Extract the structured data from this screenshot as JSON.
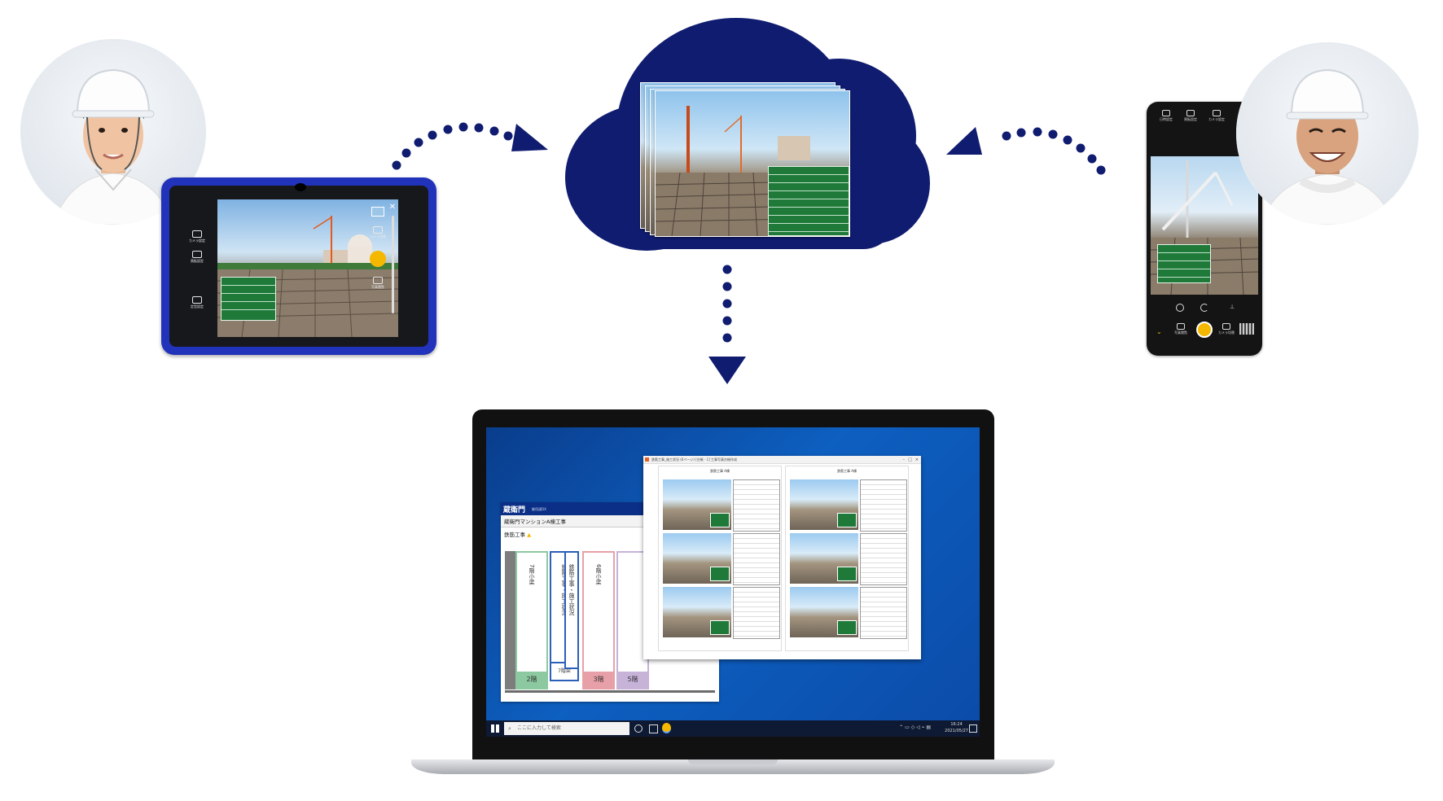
{
  "workers": [
    {
      "name": "worker-left",
      "helmet": "white"
    },
    {
      "name": "worker-right",
      "helmet": "white"
    }
  ],
  "tablet": {
    "buttons": [
      {
        "label": "カメラ設定",
        "icon": "camera-settings-icon"
      },
      {
        "label": "黒板設定",
        "icon": "board-settings-icon"
      },
      {
        "label": "定型設定",
        "icon": "template-settings-icon"
      }
    ],
    "right_buttons": [
      {
        "label": "カメラ切替",
        "icon": "camera-switch-icon"
      },
      {
        "label": "写真閲覧",
        "icon": "gallery-icon"
      }
    ],
    "close_glyph": "✕"
  },
  "phone": {
    "top_buttons": [
      {
        "label": "日時設定",
        "icon": "datetime-icon"
      },
      {
        "label": "黒板設定",
        "icon": "board-settings-icon"
      },
      {
        "label": "カメラ設定",
        "icon": "camera-settings-icon"
      }
    ],
    "bottom_buttons": [
      {
        "label": "写真閲覧",
        "icon": "gallery-icon"
      },
      {
        "label": "カメラ切替",
        "icon": "camera-switch-icon"
      }
    ],
    "close_glyph": "✕"
  },
  "cloud": {
    "color": "#101c70"
  },
  "arrows": {
    "color": "#101c70"
  },
  "laptop": {
    "app": {
      "logo": "蔵衛門",
      "subtitle": "御用達DX",
      "project": "蔵衛門マンションA棟工事",
      "work_type": "鉄筋工事",
      "folders": [
        {
          "title": "7階小梁",
          "footer": "2階",
          "color": "#8cc9a0"
        },
        {
          "title": "鉄筋工事・施工状況",
          "footer": "7階梁",
          "color": "#2b5fb8"
        },
        {
          "title": "鉄筋工事・施工状況",
          "footer": "",
          "color": "#2b5fb8"
        },
        {
          "title": "6階小梁",
          "footer": "3階",
          "color": "#e8a0a8"
        },
        {
          "title": "",
          "footer": "5階",
          "color": "#c7b2d8"
        }
      ]
    },
    "document": {
      "title": "鉄筋工事_施工状況 (6ページ) [台帳 - 1] 工事写真台帳作成",
      "pages": [
        {
          "heading": "鉄筋工事 A棟"
        },
        {
          "heading": "鉄筋工事 A棟"
        }
      ]
    },
    "taskbar": {
      "search_placeholder": "ここに入力して検索",
      "time": "16:24",
      "date": "2021/05/27"
    }
  }
}
